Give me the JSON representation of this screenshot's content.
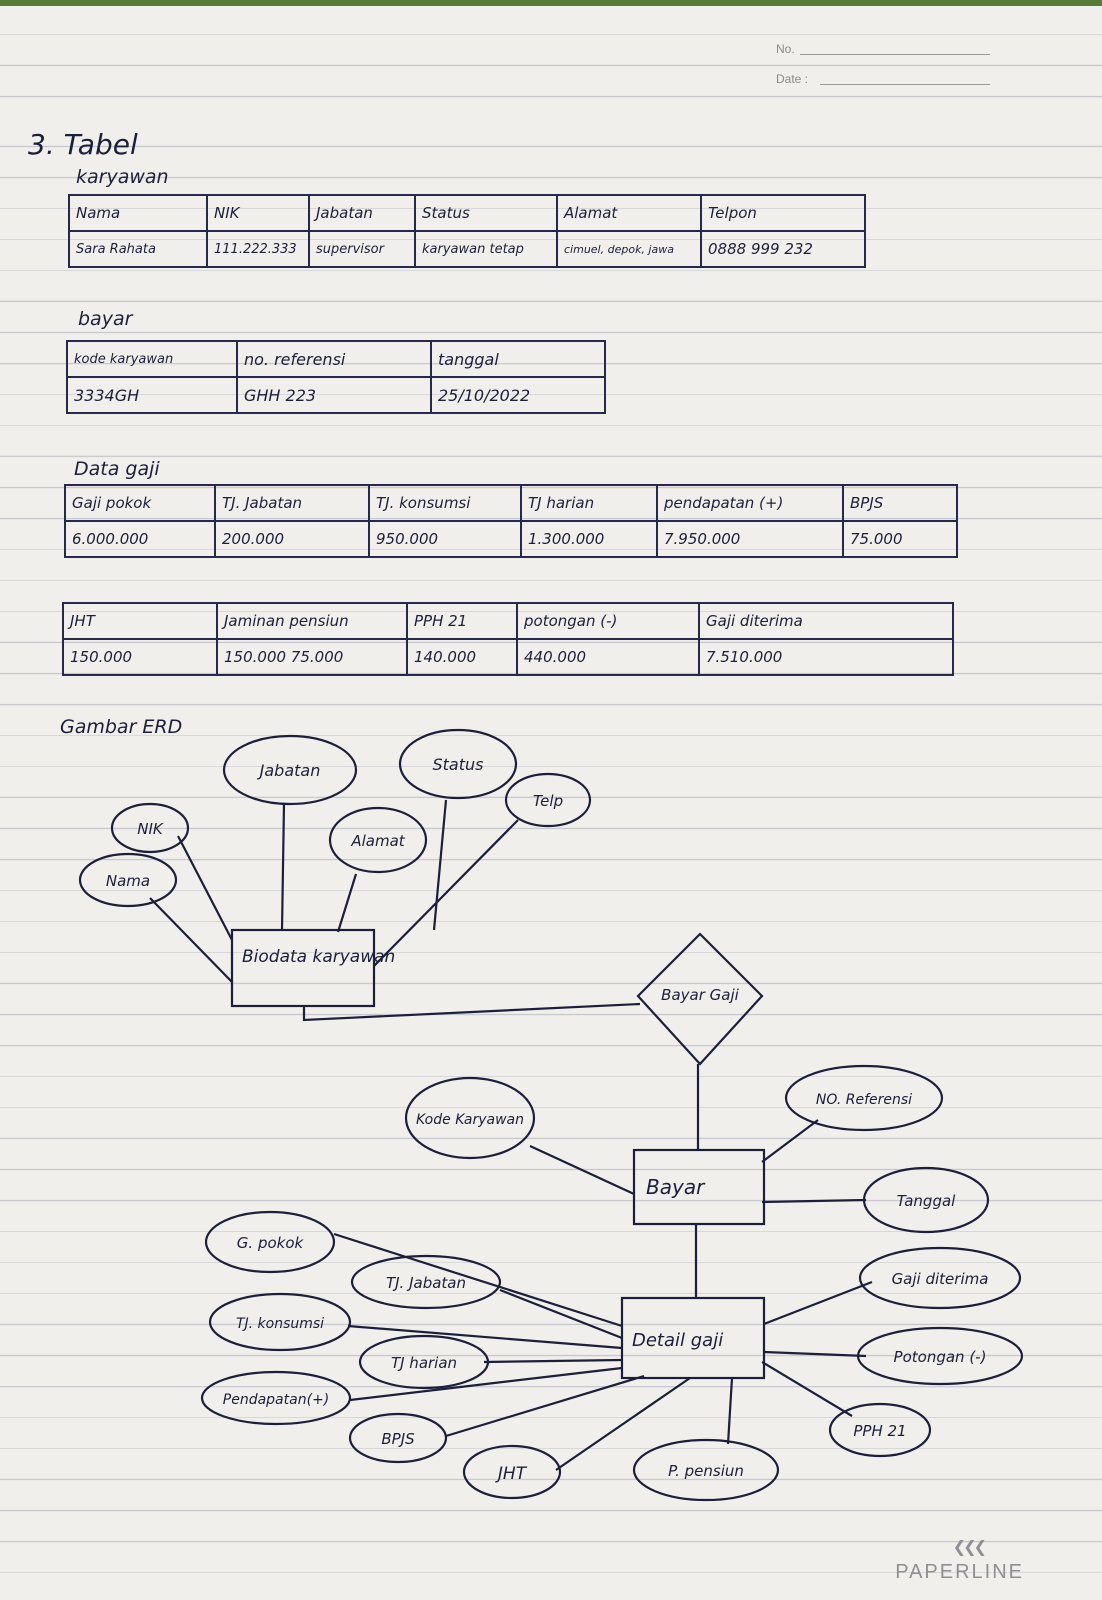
{
  "header": {
    "no_label": "No.",
    "date_label": "Date :"
  },
  "section_heading": "3. Tabel",
  "tables": {
    "karyawan": {
      "label": "karyawan",
      "headers": [
        "Nama",
        "NIK",
        "Jabatan",
        "Status",
        "Alamat",
        "Telpon"
      ],
      "rows": [
        [
          "Sara Rahata",
          "111.222.333",
          "supervisor",
          "karyawan tetap",
          "cimuel, depok, jawa",
          "0888 999 232"
        ]
      ]
    },
    "bayar": {
      "label": "bayar",
      "headers": [
        "kode karyawan",
        "no. referensi",
        "tanggal"
      ],
      "rows": [
        [
          "3334GH",
          "GHH 223",
          "25/10/2022"
        ]
      ]
    },
    "data_gaji": {
      "label": "Data gaji",
      "headers": [
        "Gaji pokok",
        "TJ. Jabatan",
        "TJ. konsumsi",
        "TJ harian",
        "pendapatan (+)",
        "BPJS"
      ],
      "rows": [
        [
          "6.000.000",
          "200.000",
          "950.000",
          "1.300.000",
          "7.950.000",
          "75.000"
        ]
      ]
    },
    "data_gaji_2": {
      "headers": [
        "JHT",
        "Jaminan pensiun",
        "PPH 21",
        "potongan (-)",
        "Gaji diterima"
      ],
      "rows": [
        [
          "150.000",
          "150.000 75.000",
          "140.000",
          "440.000",
          "7.510.000"
        ]
      ]
    }
  },
  "erd": {
    "title": "Gambar ERD",
    "entities": {
      "biodata": "Biodata karyawan",
      "bayar": "Bayar",
      "detail_gaji": "Detail gaji"
    },
    "relationship": "Bayar Gaji",
    "attributes": {
      "nik": "NIK",
      "nama": "Nama",
      "jabatan": "Jabatan",
      "status": "Status",
      "alamat": "Alamat",
      "telp": "Telp",
      "kode_karyawan": "Kode Karyawan",
      "no_referensi": "NO. Referensi",
      "tanggal": "Tanggal",
      "g_pokok": "G. pokok",
      "tj_jabatan": "TJ. Jabatan",
      "tj_konsumsi": "TJ. konsumsi",
      "tj_harian": "TJ harian",
      "pendapatan": "Pendapatan(+)",
      "bpjs": "BPJS",
      "jht": "JHT",
      "p_pensiun": "P. pensiun",
      "pph21": "PPH 21",
      "potongan": "Potongan (-)",
      "gaji_diterima": "Gaji diterima"
    }
  },
  "brand": "PAPERLINE"
}
